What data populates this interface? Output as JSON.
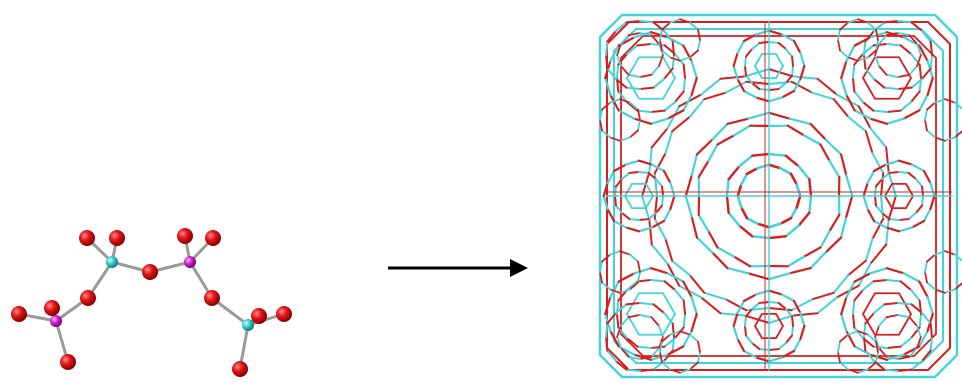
{
  "diagram": {
    "left_panel": "molecular-fragment",
    "middle": "arrow-right",
    "right_panel": "framework-structure"
  },
  "colors": {
    "oxygen": "#dd1111",
    "tetrahedral_a": "#33cccc",
    "tetrahedral_b": "#cc22cc",
    "bond": "#9a9a9a",
    "arrow": "#000000",
    "framework_cyan": "#44d4d8",
    "framework_red": "#d42020",
    "background": "#ffffff"
  },
  "fragment": {
    "atoms": [
      {
        "id": "o1",
        "el": "O"
      },
      {
        "id": "o2",
        "el": "O"
      },
      {
        "id": "t1",
        "el": "Si"
      },
      {
        "id": "o3",
        "el": "O"
      },
      {
        "id": "o4",
        "el": "O"
      },
      {
        "id": "o5",
        "el": "O"
      },
      {
        "id": "t2",
        "el": "P"
      },
      {
        "id": "o6",
        "el": "O"
      },
      {
        "id": "o7",
        "el": "O"
      },
      {
        "id": "o8",
        "el": "O"
      },
      {
        "id": "o9",
        "el": "O"
      },
      {
        "id": "t3",
        "el": "P"
      },
      {
        "id": "o10",
        "el": "O"
      },
      {
        "id": "o11",
        "el": "O"
      },
      {
        "id": "t4",
        "el": "Si"
      },
      {
        "id": "o12",
        "el": "O"
      },
      {
        "id": "o13",
        "el": "O"
      },
      {
        "id": "o14",
        "el": "O"
      }
    ]
  }
}
